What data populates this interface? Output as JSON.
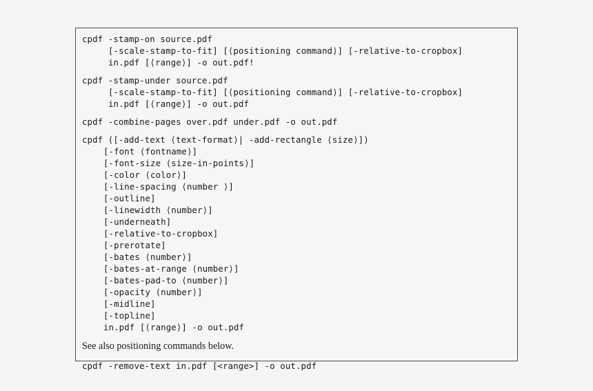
{
  "document": {
    "background_color": "#f5f5f5",
    "box": {
      "border_color": "#4a4a4a",
      "background_color": "#f6f6f6"
    },
    "blocks": [
      {
        "id": "stamp-on",
        "kind": "code",
        "lines": [
          {
            "indent": 0,
            "text": "cpdf -stamp-on source.pdf"
          },
          {
            "indent": 5,
            "text": "[-scale-stamp-to-fit] [⟨positioning command⟩] [-relative-to-cropbox]"
          },
          {
            "indent": 5,
            "text": "in.pdf [⟨range⟩] -o out.pdf!"
          }
        ]
      },
      {
        "id": "stamp-under",
        "kind": "code",
        "lines": [
          {
            "indent": 0,
            "text": "cpdf -stamp-under source.pdf"
          },
          {
            "indent": 5,
            "text": "[-scale-stamp-to-fit] [⟨positioning command⟩] [-relative-to-cropbox]"
          },
          {
            "indent": 5,
            "text": "in.pdf [⟨range⟩] -o out.pdf"
          }
        ]
      },
      {
        "id": "combine-pages",
        "kind": "code",
        "lines": [
          {
            "indent": 0,
            "text": "cpdf -combine-pages over.pdf under.pdf -o out.pdf"
          }
        ]
      },
      {
        "id": "add-text",
        "kind": "code",
        "lines": [
          {
            "indent": 0,
            "text": "cpdf ([-add-text ⟨text-format⟩| -add-rectangle ⟨size⟩])"
          },
          {
            "indent": 4,
            "text": "[-font ⟨fontname⟩]"
          },
          {
            "indent": 4,
            "text": "[-font-size ⟨size-in-points⟩]"
          },
          {
            "indent": 4,
            "text": "[-color ⟨color⟩]"
          },
          {
            "indent": 4,
            "text": "[-line-spacing ⟨number ⟩]"
          },
          {
            "indent": 4,
            "text": "[-outline]"
          },
          {
            "indent": 4,
            "text": "[-linewidth ⟨number⟩]"
          },
          {
            "indent": 4,
            "text": "[-underneath]"
          },
          {
            "indent": 4,
            "text": "[-relative-to-cropbox]"
          },
          {
            "indent": 4,
            "text": "[-prerotate]"
          },
          {
            "indent": 4,
            "text": "[-bates ⟨number⟩]"
          },
          {
            "indent": 4,
            "text": "[-bates-at-range ⟨number⟩]"
          },
          {
            "indent": 4,
            "text": "[-bates-pad-to ⟨number⟩]"
          },
          {
            "indent": 4,
            "text": "[-opacity ⟨number⟩]"
          },
          {
            "indent": 4,
            "text": "[-midline]"
          },
          {
            "indent": 4,
            "text": "[-topline]"
          },
          {
            "indent": 4,
            "text": "in.pdf [⟨range⟩] -o out.pdf"
          }
        ]
      },
      {
        "id": "see-also-note",
        "kind": "prose",
        "lines": [
          {
            "indent": 0,
            "text": "See also positioning commands below."
          }
        ]
      },
      {
        "id": "remove-text",
        "kind": "code",
        "lines": [
          {
            "indent": 0,
            "text": "cpdf -remove-text in.pdf [<range>] -o out.pdf"
          }
        ]
      }
    ]
  }
}
